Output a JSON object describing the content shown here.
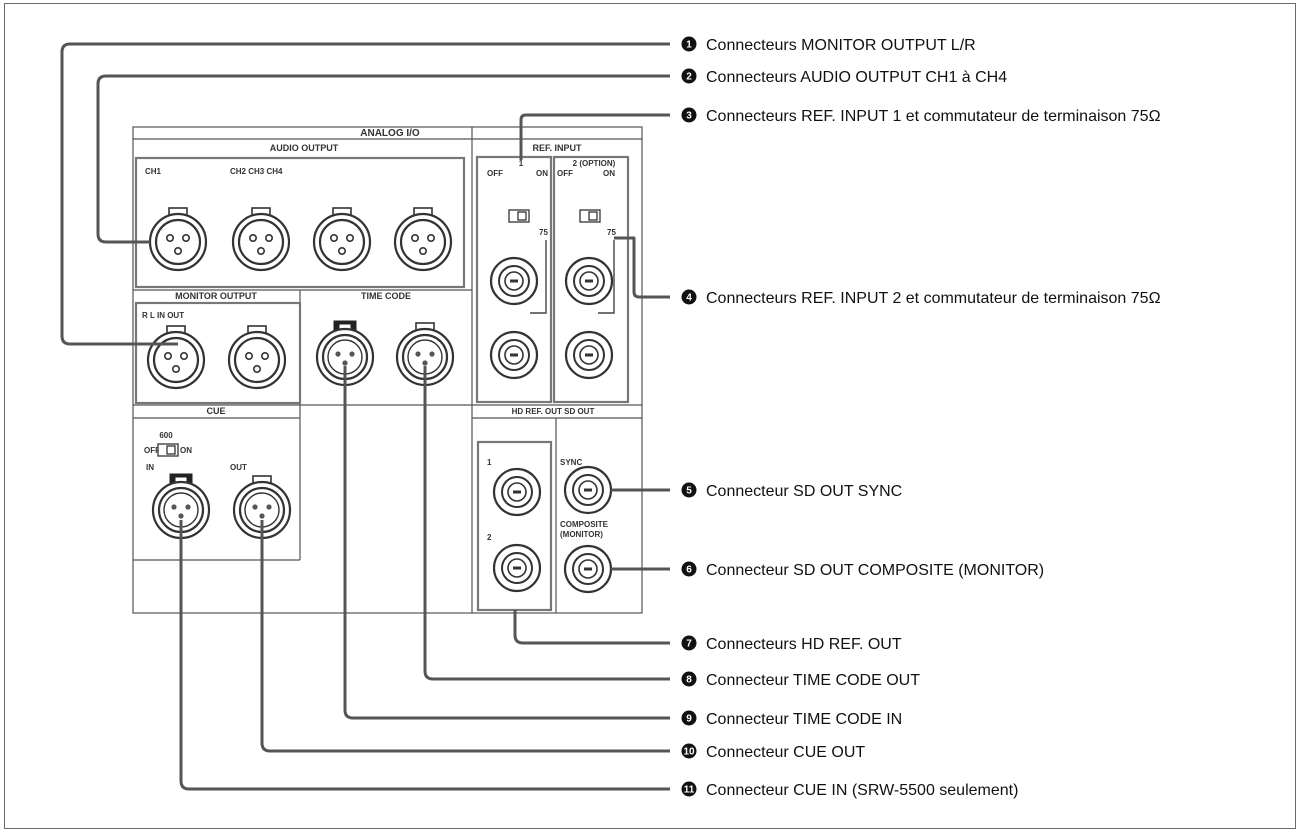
{
  "panel": {
    "title": "ANALOG I/O",
    "audio_output": "AUDIO OUTPUT",
    "ch1": "CH1",
    "ch234": "CH2 CH3 CH4",
    "monitor_output": "MONITOR OUTPUT",
    "rl_in_out": "R L IN OUT",
    "time_code": "TIME CODE",
    "cue": "CUE",
    "cue_600": "600",
    "cue_off": "OFF",
    "cue_on": "ON",
    "cue_in": "IN",
    "cue_out": "OUT",
    "ref_input": "REF. INPUT",
    "ref1_num": "1",
    "ref2_num": "2 (OPTION)",
    "ref_off": "OFF",
    "ref_on": "ON",
    "ref_75": "75",
    "hd_ref_out_sd_out": "HD REF. OUT SD OUT",
    "hd1": "1",
    "hd2": "2",
    "sync": "SYNC",
    "composite": "COMPOSITE",
    "monitor": "(MONITOR)"
  },
  "callouts": [
    {
      "num": "1",
      "text": "Connecteurs MONITOR OUTPUT L/R"
    },
    {
      "num": "2",
      "text": "Connecteurs AUDIO OUTPUT CH1 à CH4"
    },
    {
      "num": "3",
      "text": "Connecteurs REF. INPUT 1 et commutateur de terminaison 75Ω"
    },
    {
      "num": "4",
      "text": "Connecteurs REF. INPUT 2 et commutateur de terminaison 75Ω"
    },
    {
      "num": "5",
      "text": "Connecteur SD OUT SYNC"
    },
    {
      "num": "6",
      "text": "Connecteur SD OUT COMPOSITE (MONITOR)"
    },
    {
      "num": "7",
      "text": "Connecteurs HD REF. OUT"
    },
    {
      "num": "8",
      "text": "Connecteur TIME CODE OUT"
    },
    {
      "num": "9",
      "text": "Connecteur TIME CODE IN"
    },
    {
      "num": "10",
      "text": "Connecteur CUE OUT"
    },
    {
      "num": "11",
      "text": "Connecteur CUE IN (SRW-5500 seulement)"
    }
  ]
}
